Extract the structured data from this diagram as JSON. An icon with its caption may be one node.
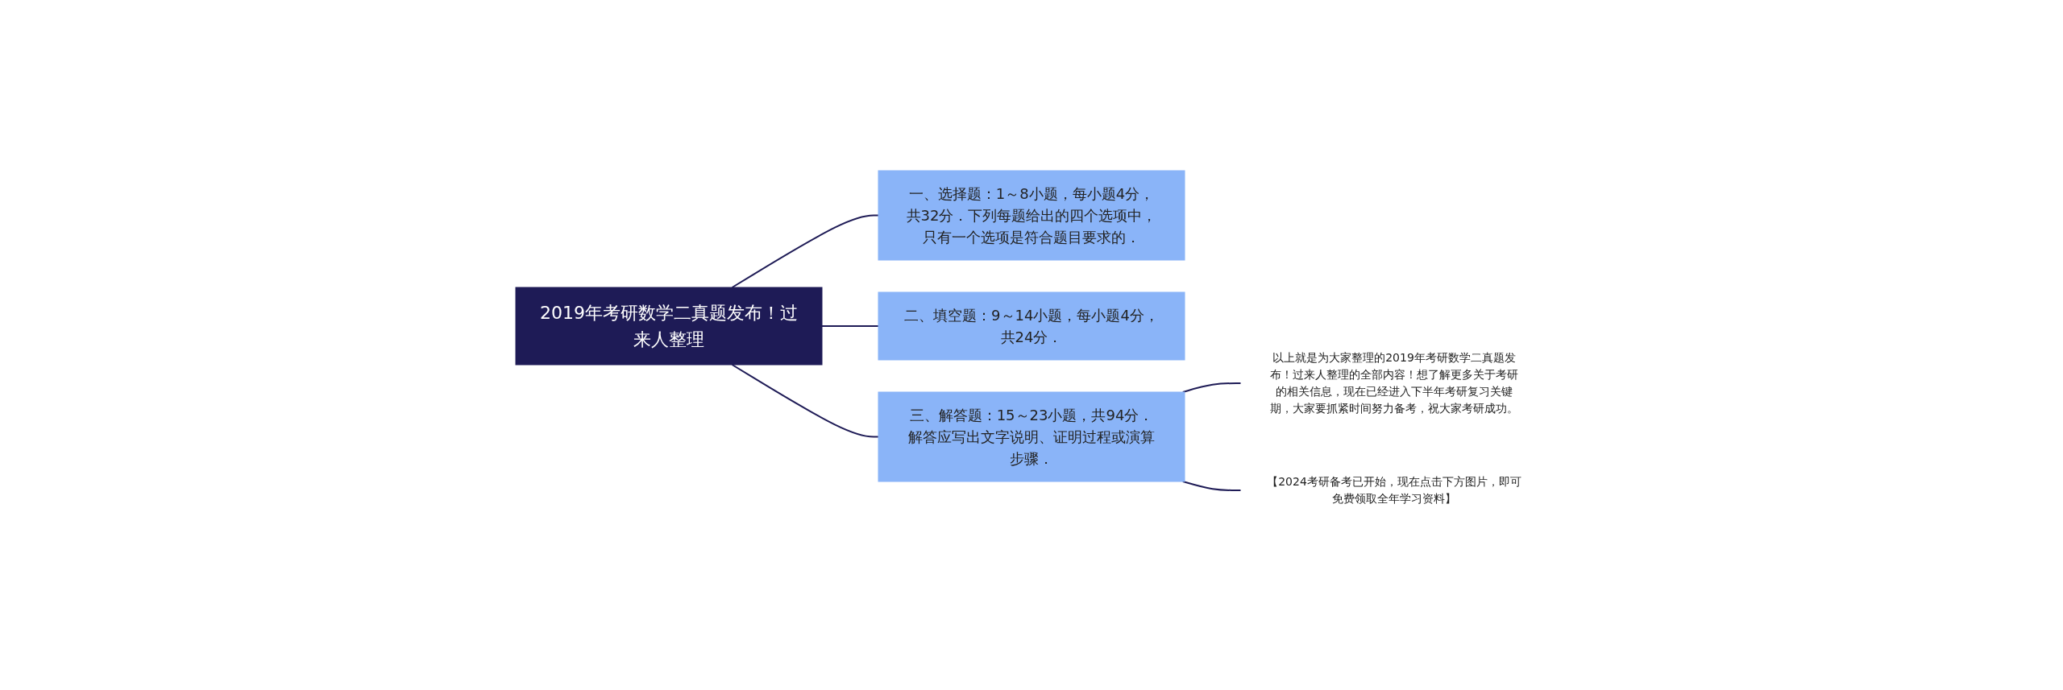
{
  "diagram": {
    "nodes": [
      {
        "text": [
          "2019年考研数学二真题发布！过来人整理"
        ]
      },
      {
        "text": [
          "一、选择题：1～8小题，每小题4分，共32分．下列每题给出的四个选项中，只有一个选项是符合题目要求的．"
        ]
      },
      {
        "text": [
          "二、填空题：9～14小题，每小题4分，共24分．"
        ]
      },
      {
        "text": [
          "三、解答题：15～23小题，共94分．解答应写出文字说明、证明过程或演算步骤．"
        ]
      },
      {
        "text": [
          "以上就是为大家整理的2019年考研数学二真题发布！过来人整理的全部内容！想了解更多关于考研的相关信息，现在已经进入下半年考研复习关键期，大家要抓紧时间努力备考，祝大家考研成功。"
        ]
      },
      {
        "text": [
          "【2024考研备考已开始，现在点击下方图片，即可免费领取全年学习资料】"
        ]
      }
    ],
    "edges": [
      {
        "from": 0,
        "to": 1,
        "arrow": "none"
      },
      {
        "from": 0,
        "to": 2,
        "arrow": "none"
      },
      {
        "from": 0,
        "to": 3,
        "arrow": "none"
      },
      {
        "from": 3,
        "to": 4,
        "arrow": "none"
      },
      {
        "from": 3,
        "to": 5,
        "arrow": "none"
      }
    ]
  }
}
